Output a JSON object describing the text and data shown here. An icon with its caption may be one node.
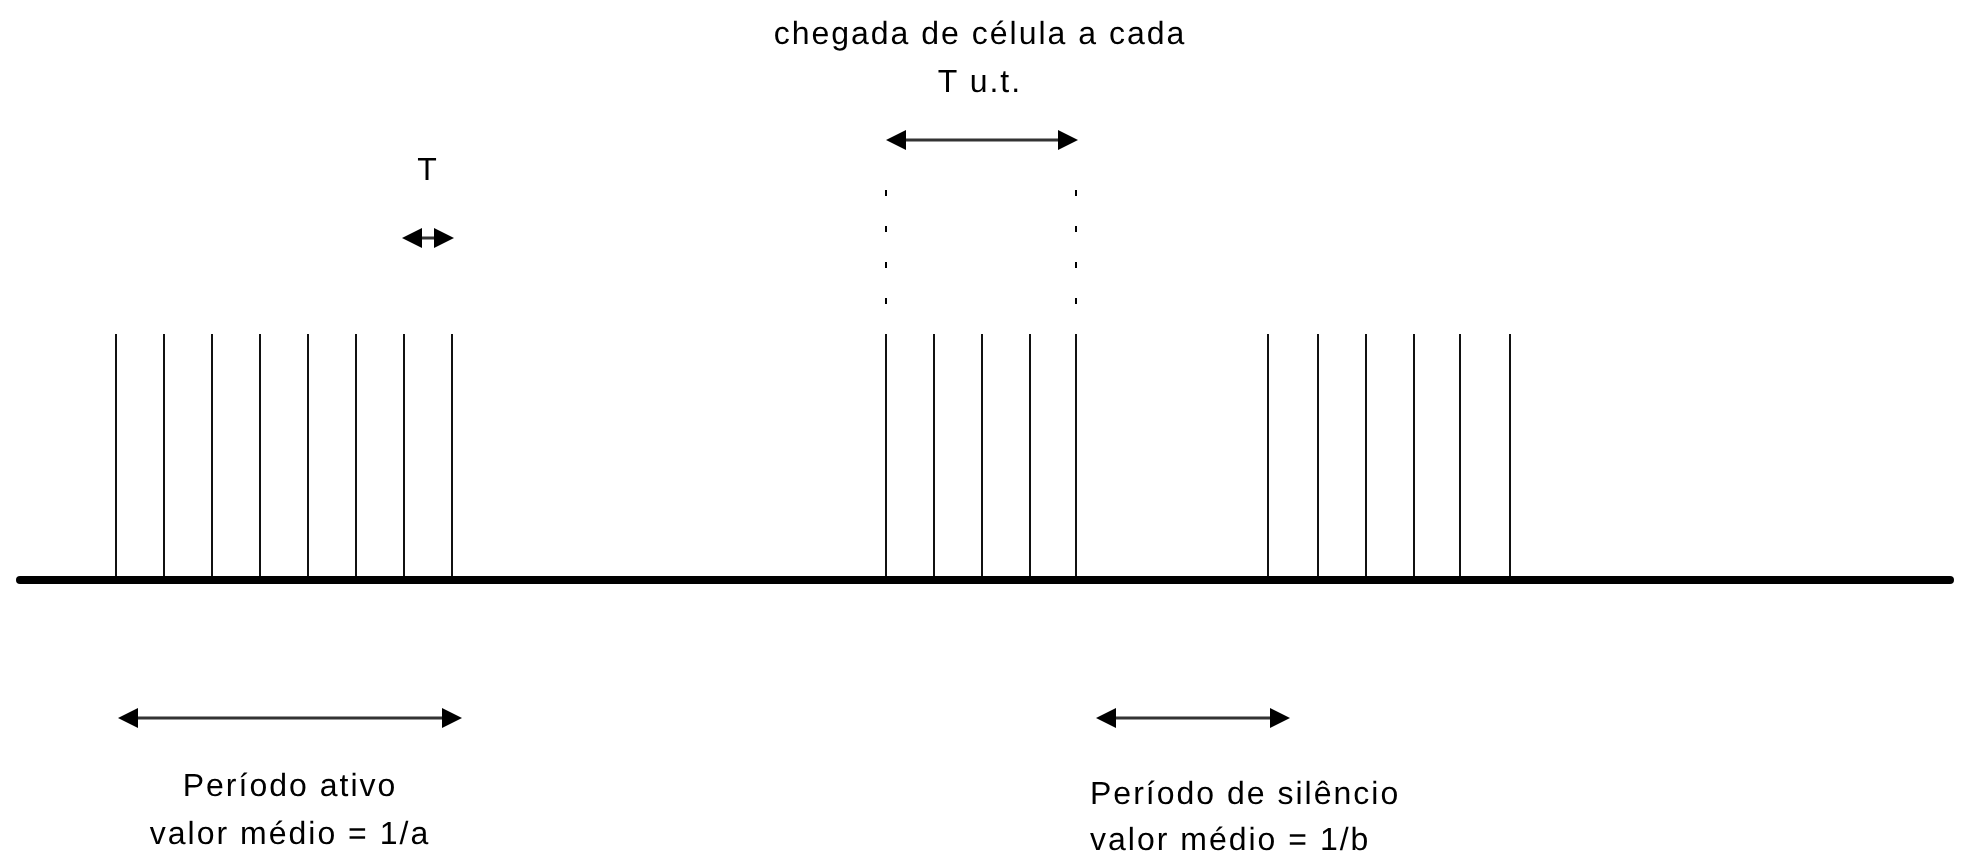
{
  "diagram": {
    "labels": [
      "chegada de célula a cada T u.t.",
      "T",
      "Período ativo",
      "valor médio = 1/a",
      "Período de silêncio",
      "valor médio = 1/b"
    ]
  }
}
